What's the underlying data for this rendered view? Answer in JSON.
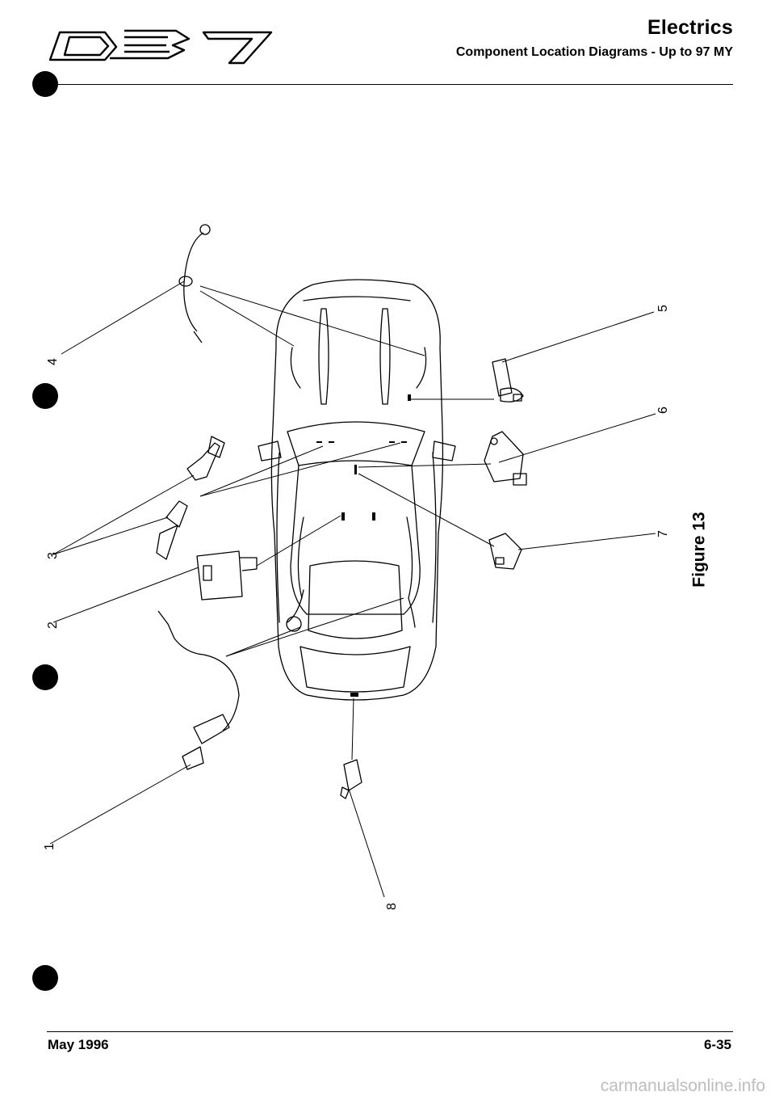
{
  "header": {
    "title": "Electrics",
    "subtitle": "Component Location Diagrams - Up to 97 MY"
  },
  "figure": {
    "label": "Figure 13",
    "callouts": [
      "1",
      "2",
      "3",
      "4",
      "5",
      "6",
      "7",
      "8"
    ]
  },
  "footer": {
    "date": "May 1996",
    "page": "6-35"
  },
  "watermark": "carmanualsonline.info"
}
